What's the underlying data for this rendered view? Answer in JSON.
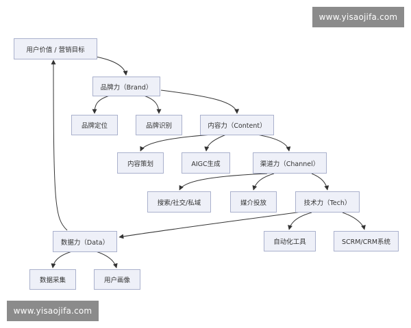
{
  "watermark": "www.yisaojifa.com",
  "nodes": {
    "user_value": "用户价值 / 营销目标",
    "brand": "品牌力（Brand）",
    "brand_positioning": "品牌定位",
    "brand_identity": "品牌识别",
    "content": "内容力（Content）",
    "content_planning": "内容策划",
    "aigc": "AIGC生成",
    "channel": "渠道力（Channel）",
    "search_social": "搜索/社交/私域",
    "media": "媒介投放",
    "tech": "技术力（Tech）",
    "automation": "自动化工具",
    "scrm": "SCRM/CRM系统",
    "data": "数据力（Data）",
    "data_collection": "数据采集",
    "user_profile": "用户画像"
  },
  "colors": {
    "node_fill": "#eef0f8",
    "node_border": "#a9b0cc",
    "edge": "#333333",
    "watermark_bg": "#8b8b8b"
  }
}
